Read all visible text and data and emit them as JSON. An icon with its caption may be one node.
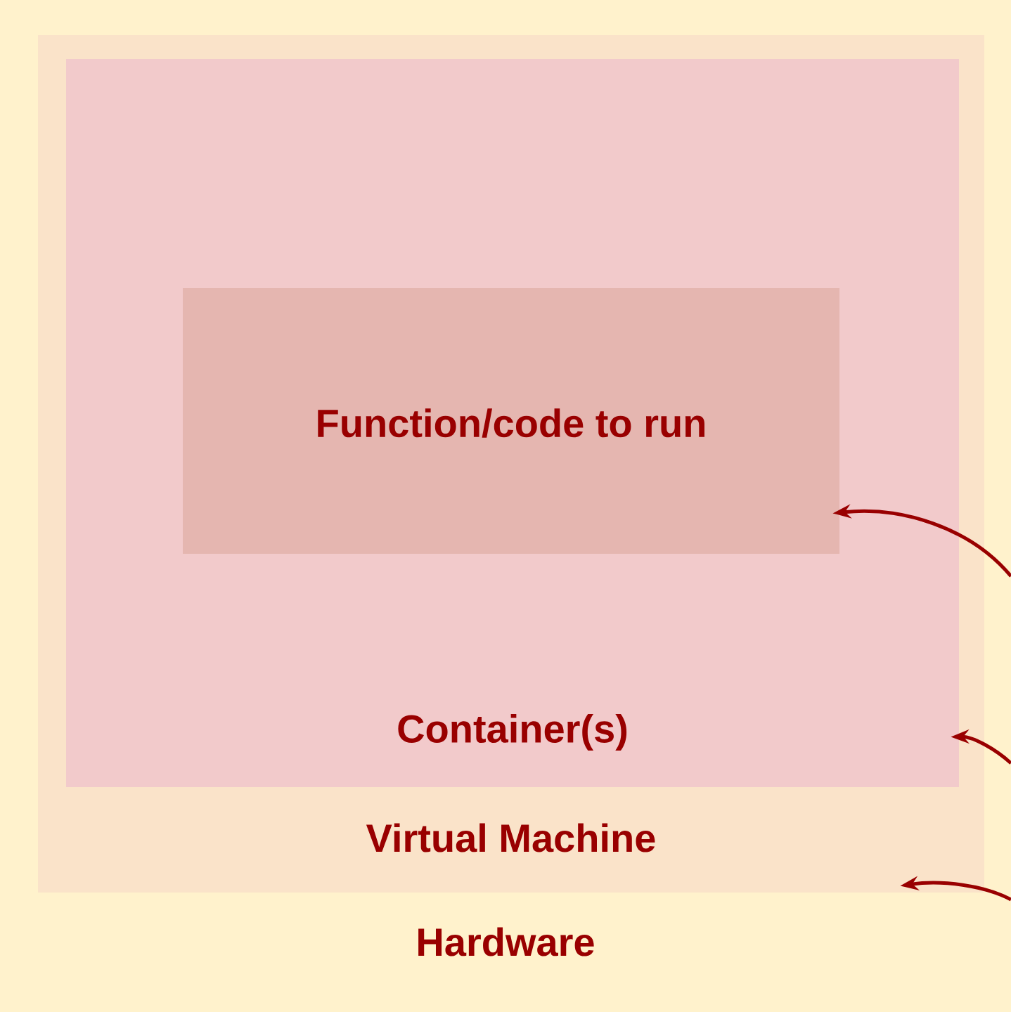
{
  "diagram": {
    "nodes": [
      {
        "text": [
          "Hardware"
        ]
      },
      {
        "text": [
          "Virtual Machine"
        ],
        "in": 0
      },
      {
        "text": [
          "Container(s)"
        ],
        "in": 1
      },
      {
        "text": [
          "Function/code to run"
        ],
        "in": 2
      }
    ],
    "edges": [
      {
        "from": null,
        "to": 3,
        "arrow": "to"
      },
      {
        "from": null,
        "to": 2,
        "arrow": "to"
      },
      {
        "from": null,
        "to": 1,
        "arrow": "to"
      }
    ]
  }
}
